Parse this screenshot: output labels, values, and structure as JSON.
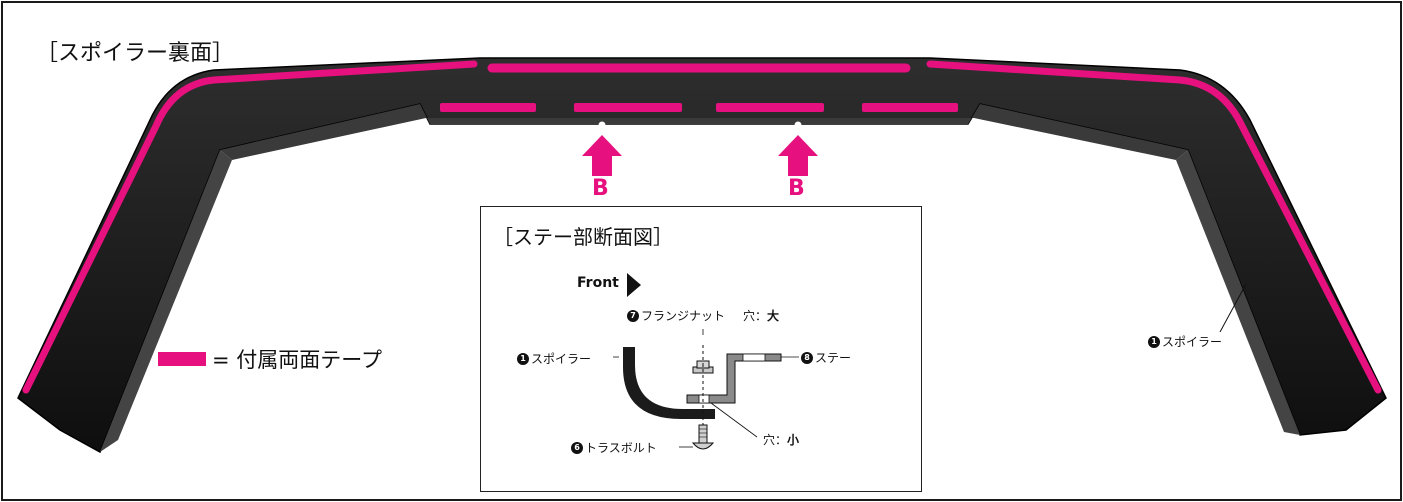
{
  "view_title": "［スポイラー裏面］",
  "legend": {
    "text": "= 付属両面テープ",
    "tape_color": "#e6117f"
  },
  "arrow_label": "B",
  "detail": {
    "title": "［ステー部断面図］",
    "front": "Front",
    "parts": [
      {
        "num": "7",
        "name": "フランジナット"
      },
      {
        "num": "1",
        "name": "スポイラー"
      },
      {
        "num": "8",
        "name": "ステー"
      },
      {
        "num": "6",
        "name": "トラスボルト"
      }
    ],
    "hole_large": {
      "prefix": "穴：",
      "size": "大"
    },
    "hole_small": {
      "prefix": "穴：",
      "size": "小"
    }
  },
  "right_part": {
    "num": "1",
    "name": "スポイラー"
  },
  "colors": {
    "tape": "#e6117f",
    "spoiler": "#1b1b1b",
    "stay": "#8a8a8a"
  }
}
